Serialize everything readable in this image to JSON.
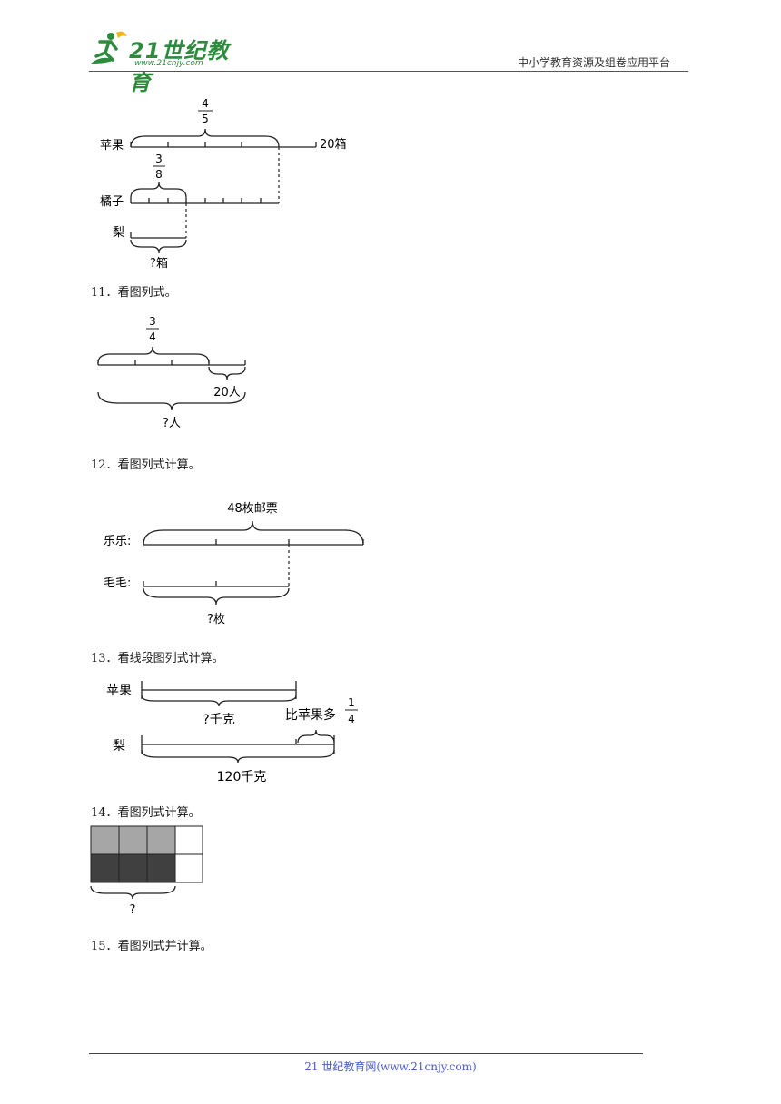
{
  "header": {
    "logo_text": "21世纪教育",
    "logo_url": "www.21cnjy.com",
    "site_name": "中小学教育资源及组卷应用平台"
  },
  "diagram_top": {
    "fraction_top": {
      "num": "4",
      "den": "5"
    },
    "fraction_mid": {
      "num": "3",
      "den": "8"
    },
    "label_apple": "苹果",
    "label_orange": "橘子",
    "label_pear": "梨",
    "total": "20箱",
    "unknown": "?箱"
  },
  "questions": [
    {
      "number": "11",
      "text": "看图列式。"
    },
    {
      "number": "12",
      "text": "看图列式计算。"
    },
    {
      "number": "13",
      "text": "看线段图列式计算。"
    },
    {
      "number": "14",
      "text": "看图列式计算。"
    },
    {
      "number": "15",
      "text": "看图列式并计算。"
    }
  ],
  "diagram_11": {
    "fraction": {
      "num": "3",
      "den": "4"
    },
    "part": "20人",
    "unknown": "?人"
  },
  "diagram_12": {
    "total": "48枚邮票",
    "label_a": "乐乐:",
    "label_b": "毛毛:",
    "unknown": "?枚"
  },
  "diagram_13": {
    "label_apple": "苹果",
    "label_pear": "梨",
    "unknown": "?千克",
    "compare": "比苹果多",
    "fraction": {
      "num": "1",
      "den": "4"
    },
    "total": "120千克"
  },
  "diagram_14": {
    "unknown": "?"
  },
  "footer": {
    "text": "21 世纪教育网(www.21cnjy.com)"
  }
}
